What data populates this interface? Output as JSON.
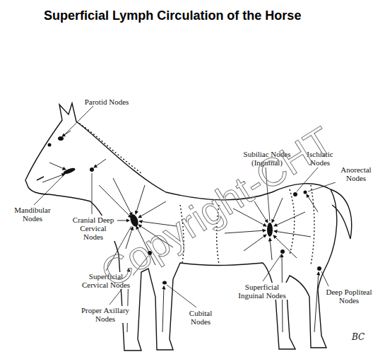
{
  "diagram": {
    "title": "Superficial Lymph Circulation of the Horse",
    "labels": [
      "Parotid Nodes",
      "Mandibular Nodes",
      "Cranial Deep Cervical Nodes",
      "Superficial Cervical Nodes",
      "Proper Axillary Nodes",
      "Cubital Nodes",
      "Subiliac Nodes (Inguinal)",
      "Ischiatic Nodes",
      "Anorectal Nodes",
      "Deep Popliteal Nodes",
      "Superficial Inguinal Nodes",
      "Copyright-CHT",
      "BC"
    ]
  }
}
